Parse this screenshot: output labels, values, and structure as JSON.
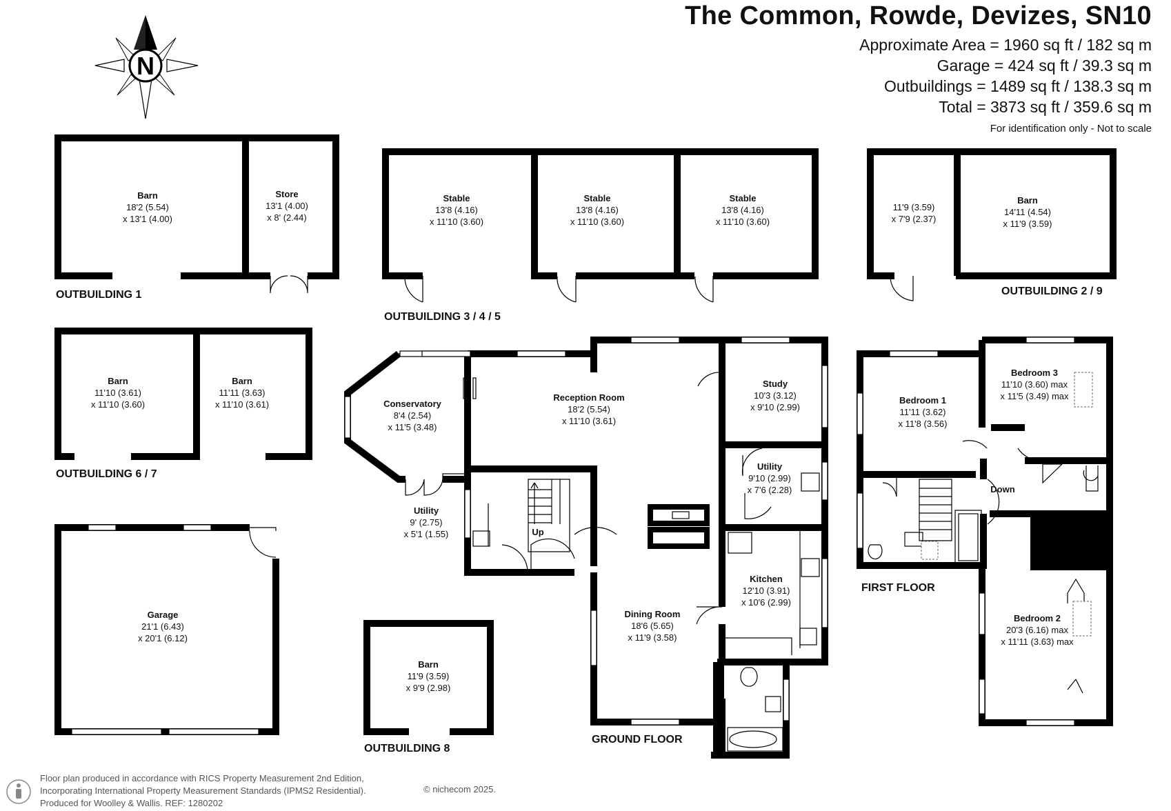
{
  "header": {
    "title": "The Common, Rowde, Devizes, SN10",
    "areas": [
      "Approximate Area = 1960 sq ft / 182 sq m",
      "Garage = 424 sq ft / 39.3 sq m",
      "Outbuildings = 1489 sq ft / 138.3 sq m",
      "Total = 3873 sq ft / 359.6 sq m"
    ],
    "note": "For identification only - Not to scale"
  },
  "compass": {
    "label": "N"
  },
  "section_labels": {
    "outbuilding_1": "OUTBUILDING 1",
    "outbuilding_345": "OUTBUILDING 3 / 4 / 5",
    "outbuilding_29": "OUTBUILDING 2  / 9",
    "outbuilding_67": "OUTBUILDING 6 / 7",
    "outbuilding_8": "OUTBUILDING 8",
    "ground_floor": "GROUND FLOOR",
    "first_floor": "FIRST FLOOR"
  },
  "rooms": {
    "ob1_barn": {
      "name": "Barn",
      "d1": "18'2 (5.54)",
      "d2": "x 13'1 (4.00)"
    },
    "ob1_store": {
      "name": "Store",
      "d1": "13'1 (4.00)",
      "d2": "x 8' (2.44)"
    },
    "stable_1": {
      "name": "Stable",
      "d1": "13'8 (4.16)",
      "d2": "x 11'10 (3.60)"
    },
    "stable_2": {
      "name": "Stable",
      "d1": "13'8 (4.16)",
      "d2": "x 11'10 (3.60)"
    },
    "stable_3": {
      "name": "Stable",
      "d1": "13'8 (4.16)",
      "d2": "x 11'10 (3.60)"
    },
    "ob2_room": {
      "d1": "11'9 (3.59)",
      "d2": "x 7'9 (2.37)"
    },
    "ob2_barn": {
      "name": "Barn",
      "d1": "14'11 (4.54)",
      "d2": "x 11'9 (3.59)"
    },
    "ob6_barn": {
      "name": "Barn",
      "d1": "11'10 (3.61)",
      "d2": "x 11'10 (3.60)"
    },
    "ob7_barn": {
      "name": "Barn",
      "d1": "11'11 (3.63)",
      "d2": "x 11'10 (3.61)"
    },
    "garage": {
      "name": "Garage",
      "d1": "21'1 (6.43)",
      "d2": "x 20'1 (6.12)"
    },
    "ob8_barn": {
      "name": "Barn",
      "d1": "11'9 (3.59)",
      "d2": "x 9'9 (2.98)"
    },
    "conservatory": {
      "name": "Conservatory",
      "d1": "8'4 (2.54)",
      "d2": "x 11'5 (3.48)"
    },
    "utility_small": {
      "name": "Utility",
      "d1": "9' (2.75)",
      "d2": "x 5'1 (1.55)"
    },
    "reception": {
      "name": "Reception Room",
      "d1": "18'2 (5.54)",
      "d2": "x 11'10 (3.61)"
    },
    "study": {
      "name": "Study",
      "d1": "10'3 (3.12)",
      "d2": "x 9'10 (2.99)"
    },
    "utility": {
      "name": "Utility",
      "d1": "9'10 (2.99)",
      "d2": "x 7'6 (2.28)"
    },
    "kitchen": {
      "name": "Kitchen",
      "d1": "12'10 (3.91)",
      "d2": "x 10'6 (2.99)"
    },
    "dining": {
      "name": "Dining Room",
      "d1": "18'6 (5.65)",
      "d2": "x 11'9 (3.58)"
    },
    "bedroom1": {
      "name": "Bedroom 1",
      "d1": "11'11 (3.62)",
      "d2": "x 11'8 (3.56)"
    },
    "bedroom3": {
      "name": "Bedroom 3",
      "d1": "11'10 (3.60) max",
      "d2": "x 11'5 (3.49) max"
    },
    "bedroom2": {
      "name": "Bedroom 2",
      "d1": "20'3 (6.16) max",
      "d2": "x 11'11 (3.63) max"
    }
  },
  "stair_labels": {
    "up": "Up",
    "down": "Down"
  },
  "footer": {
    "lines": [
      "Floor plan produced in accordance with RICS Property Measurement 2nd Edition,",
      "Incorporating International Property Measurement Standards (IPMS2 Residential).",
      "Produced for Woolley & Wallis.   REF:  1280202"
    ],
    "copyright": "© nichecom 2025."
  }
}
